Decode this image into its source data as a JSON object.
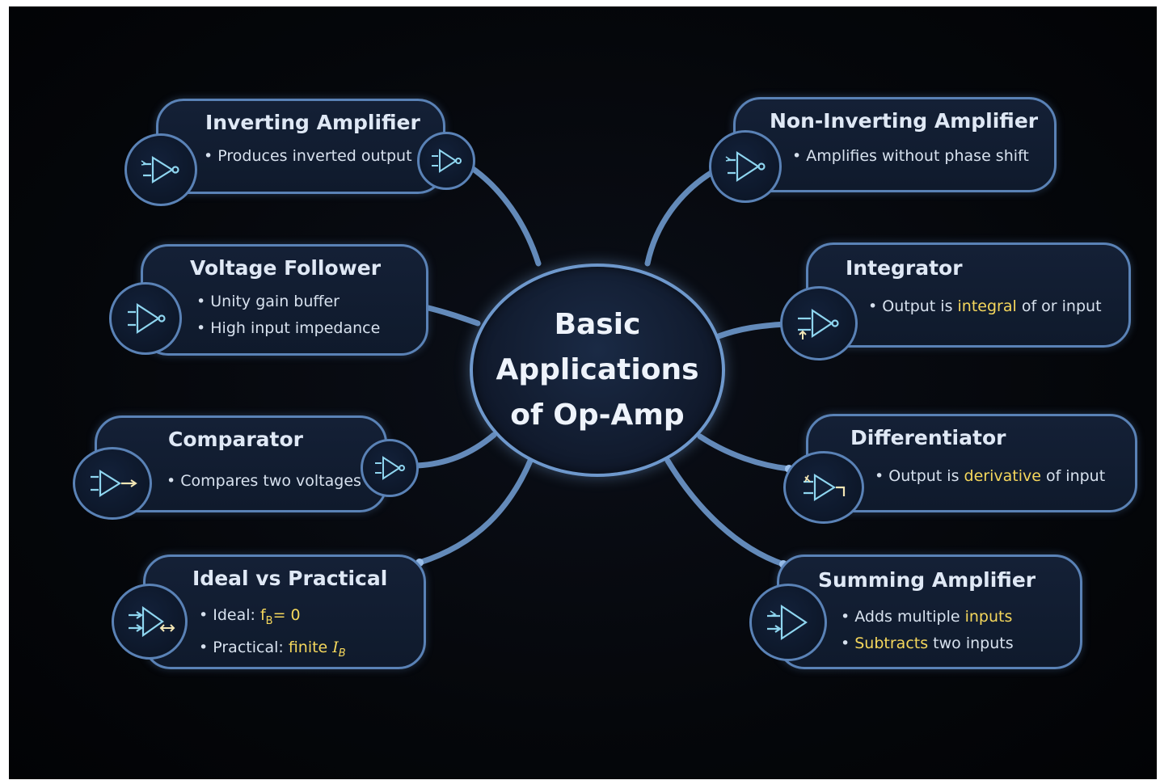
{
  "center": {
    "title": "Basic\nApplications\nof Op-Amp"
  },
  "nodes": {
    "inverting": {
      "title": "Inverting Amplifier",
      "bullets": [
        "Produces inverted output"
      ]
    },
    "voltage_follower": {
      "title": "Voltage Follower",
      "bullets": [
        "Unity gain buffer",
        "High input impedance"
      ]
    },
    "comparator": {
      "title": "Comparator",
      "bullets": [
        "Compares two voltages"
      ]
    },
    "ideal_vs_practical": {
      "title": "Ideal vs Practical",
      "ideal_label": "Ideal: ",
      "ideal_value": "f",
      "ideal_sub": "B",
      "ideal_eq": "= 0",
      "practical_label": "Practical: ",
      "practical_value": "finite ",
      "practical_i": "I",
      "practical_sub": "B"
    },
    "non_inverting": {
      "title": "Non-Inverting Amplifier",
      "bullets": [
        "Amplifies without phase shift"
      ]
    },
    "integrator": {
      "title": "Integrator",
      "pre": "Output is ",
      "hl": "integral",
      "post": " of or input"
    },
    "differentiator": {
      "title": "Differentiator",
      "pre": "Output is ",
      "hl": "derivative",
      "post": " of input"
    },
    "summing": {
      "title": "Summing Amplifier",
      "b1_pre": "Adds multiple ",
      "b1_hl": "inputs",
      "b2_hl": "Subtracts",
      "b2_post": " two inputs"
    }
  },
  "colors": {
    "background": "#05070b",
    "card_border": "#5a82b6",
    "connector": "#6e98cc",
    "highlight": "#f5d75c",
    "icon_stroke": "#8fd6f0",
    "text": "#dfe8f5"
  },
  "icons": [
    "op-amp-icon"
  ]
}
